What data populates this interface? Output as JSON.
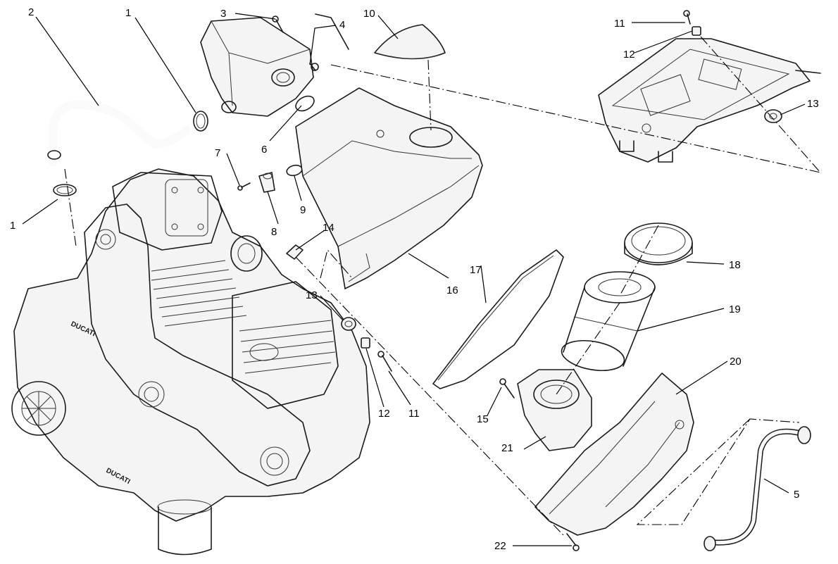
{
  "engine_brand": "DUCATI",
  "callouts": [
    {
      "id": "c1a",
      "label": "1"
    },
    {
      "id": "c1b",
      "label": "1"
    },
    {
      "id": "c2",
      "label": "2"
    },
    {
      "id": "c3",
      "label": "3"
    },
    {
      "id": "c4",
      "label": "4"
    },
    {
      "id": "c5",
      "label": "5"
    },
    {
      "id": "c6",
      "label": "6"
    },
    {
      "id": "c7",
      "label": "7"
    },
    {
      "id": "c8",
      "label": "8"
    },
    {
      "id": "c9",
      "label": "9"
    },
    {
      "id": "c10",
      "label": "10"
    },
    {
      "id": "c11a",
      "label": "11"
    },
    {
      "id": "c11b",
      "label": "11"
    },
    {
      "id": "c12a",
      "label": "12"
    },
    {
      "id": "c12b",
      "label": "12"
    },
    {
      "id": "c13a",
      "label": "13"
    },
    {
      "id": "c13b",
      "label": "13"
    },
    {
      "id": "c14",
      "label": "14"
    },
    {
      "id": "c15",
      "label": "15"
    },
    {
      "id": "c16",
      "label": "16"
    },
    {
      "id": "c17",
      "label": "17"
    },
    {
      "id": "c18",
      "label": "18"
    },
    {
      "id": "c19",
      "label": "19"
    },
    {
      "id": "c20",
      "label": "20"
    },
    {
      "id": "c21",
      "label": "21"
    },
    {
      "id": "c22",
      "label": "22"
    }
  ]
}
